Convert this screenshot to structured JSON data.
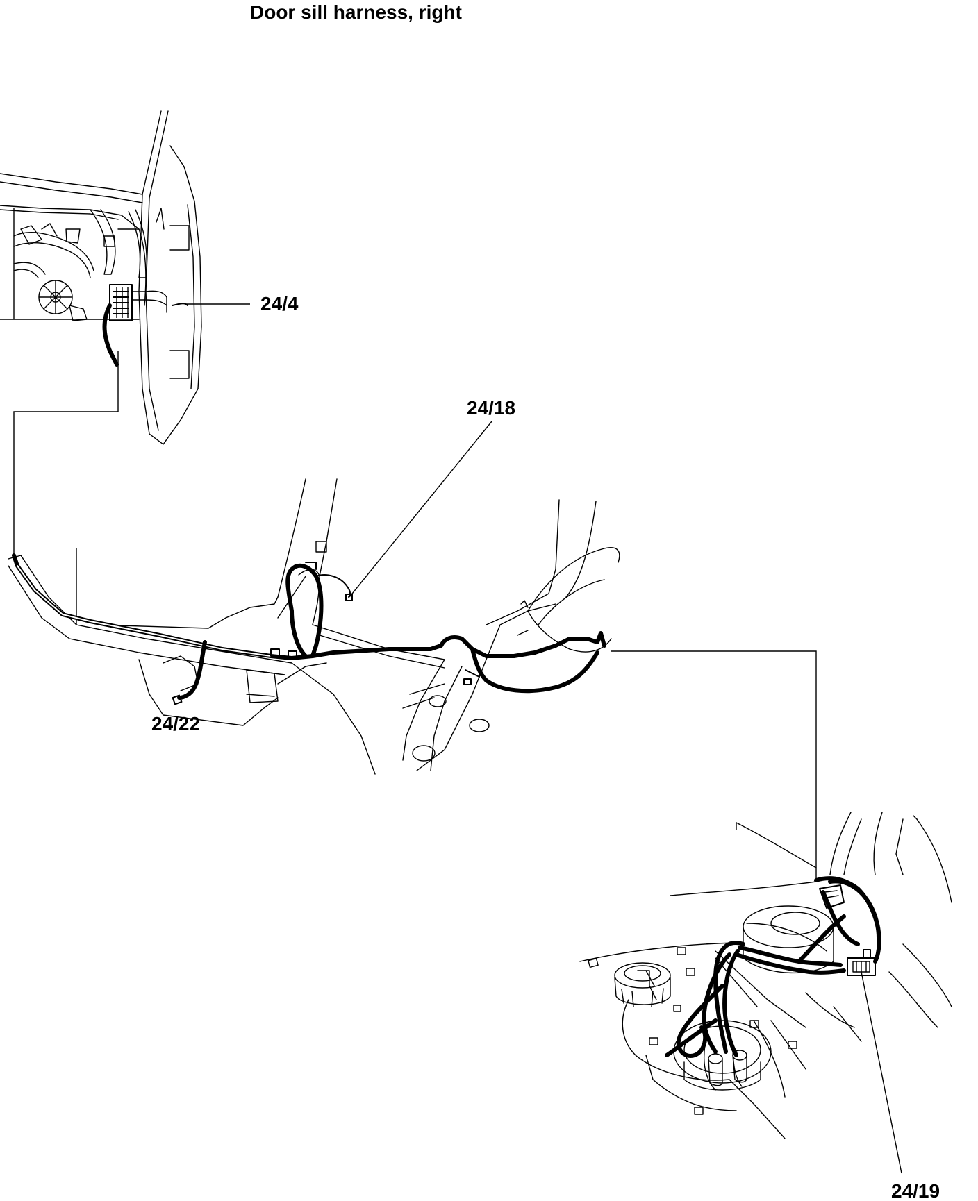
{
  "title": "Door sill harness, right",
  "callouts": {
    "c_24_4": "24/4",
    "c_24_18": "24/18",
    "c_24_22": "24/22",
    "c_24_19": "24/19"
  }
}
